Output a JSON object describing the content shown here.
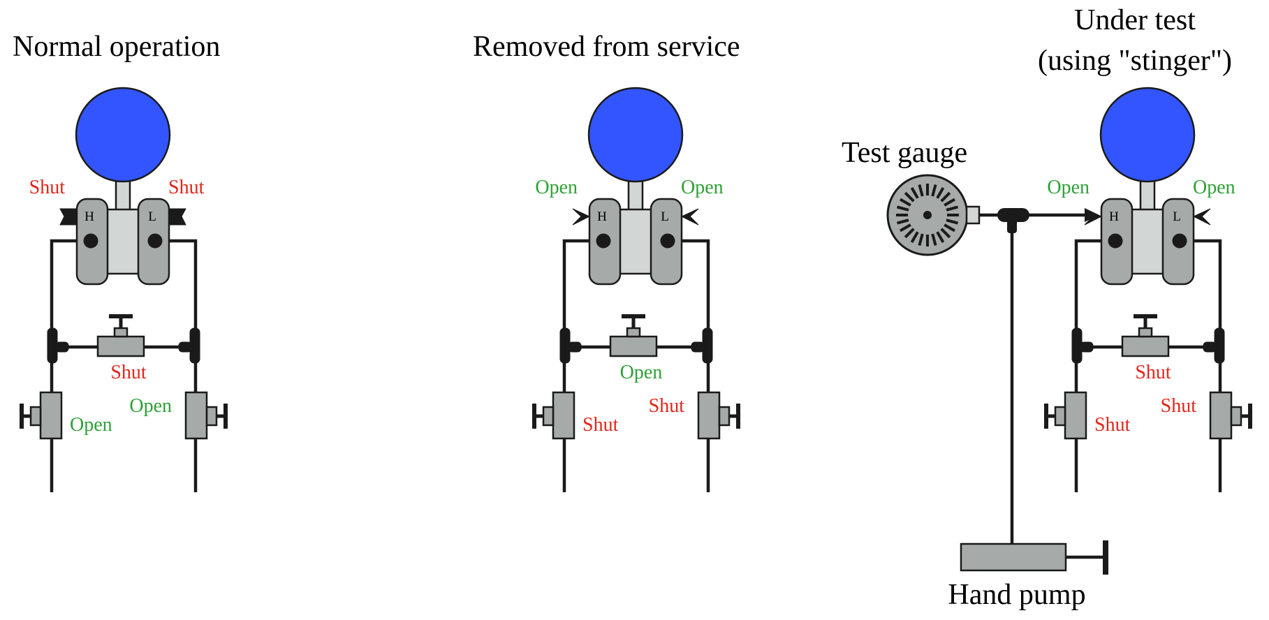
{
  "colors": {
    "transmitter_head": "#3355ff",
    "open_label": "#2fa037",
    "shut_label": "#e0261b",
    "body_gray": "#a6aaa9",
    "light_gray": "#d2d6d5",
    "line": "#1a1a1a"
  },
  "port_labels": {
    "high": "H",
    "low": "L"
  },
  "panels": [
    {
      "title_lines": [
        "Normal operation"
      ],
      "block_high": "Shut",
      "block_low": "Shut",
      "equalize": "Shut",
      "bleed_left": "Open",
      "bleed_right": "Open"
    },
    {
      "title_lines": [
        "Removed from service"
      ],
      "block_high": "Open",
      "block_low": "Open",
      "equalize": "Open",
      "bleed_left": "Shut",
      "bleed_right": "Shut"
    },
    {
      "title_lines": [
        "Under test",
        "(using \"stinger\")"
      ],
      "block_high": "Open",
      "block_low": "Open",
      "equalize": "Shut",
      "bleed_left": "Shut",
      "bleed_right": "Shut"
    }
  ],
  "test_gauge_label": "Test gauge",
  "hand_pump_label": "Hand pump"
}
